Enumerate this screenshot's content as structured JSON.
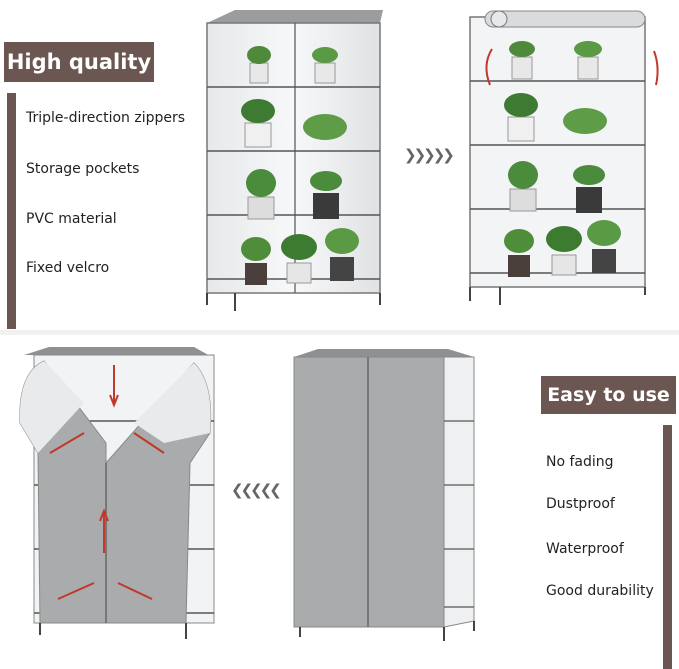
{
  "top_section": {
    "badge": "High quality",
    "features": [
      "Triple-direction zippers",
      "Storage pockets",
      "PVC material",
      "Fixed velcro"
    ],
    "arrow_glyph": "❯❯❯❯❯"
  },
  "bottom_section": {
    "badge": "Easy to use",
    "features": [
      "No fading",
      "Dustproof",
      "Waterproof",
      "Good durability"
    ],
    "arrow_glyph": "❮❮❮❮❮"
  },
  "colors": {
    "badge_bg": "#6b5651",
    "badge_text": "#ffffff",
    "cover_grey": "#a9abad",
    "frame_chrome": "#555555",
    "red_arrow": "#c0392b"
  },
  "icons": [
    "plant-icon",
    "shelf-frame-icon",
    "zipper-icon"
  ]
}
